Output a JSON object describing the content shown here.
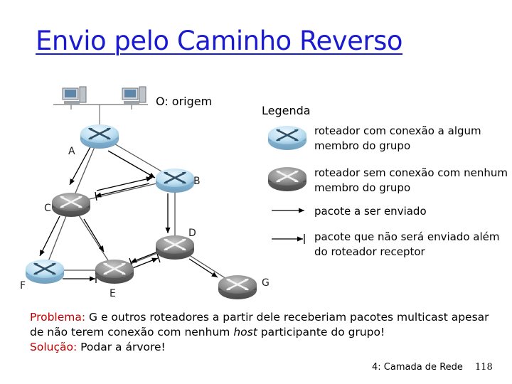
{
  "title": "Envio pelo Caminho Reverso",
  "labels": {
    "origin": "O: origem",
    "legend_title": "Legenda"
  },
  "nodes": [
    {
      "id": "A",
      "label": "A",
      "type": "connected"
    },
    {
      "id": "B",
      "label": "B",
      "type": "connected"
    },
    {
      "id": "C",
      "label": "C",
      "type": "unconnected"
    },
    {
      "id": "D",
      "label": "D",
      "type": "unconnected"
    },
    {
      "id": "E",
      "label": "E",
      "type": "unconnected"
    },
    {
      "id": "F",
      "label": "F",
      "type": "connected"
    },
    {
      "id": "G",
      "label": "G",
      "type": "unconnected"
    }
  ],
  "legend": [
    {
      "symbol": "connected-router",
      "text": "roteador com conexão a algum membro do grupo"
    },
    {
      "symbol": "unconnected-router",
      "text": "roteador sem conexão com nenhum membro do grupo"
    },
    {
      "symbol": "forward-arrow",
      "text": "pacote a ser enviado"
    },
    {
      "symbol": "blocked-arrow",
      "text": "pacote que não será enviado além do roteador receptor"
    }
  ],
  "bottom": {
    "problem_label": "Problema:",
    "problem_part1": "G e outros roteadores a partir dele receberiam pacotes multicast apesar de não terem conexão com nenhum",
    "problem_host": "host",
    "problem_part2": "participante do grupo!",
    "solution_label": "Solução:",
    "solution_text": "Podar a árvore!"
  },
  "footer": {
    "chapter": "4: Camada de Rede",
    "page": "118"
  },
  "colors": {
    "title": "#1a1ad0",
    "highlight": "#c00000",
    "router_connected": "#bfe0f2",
    "router_unconnected": "#8f8f8f"
  }
}
